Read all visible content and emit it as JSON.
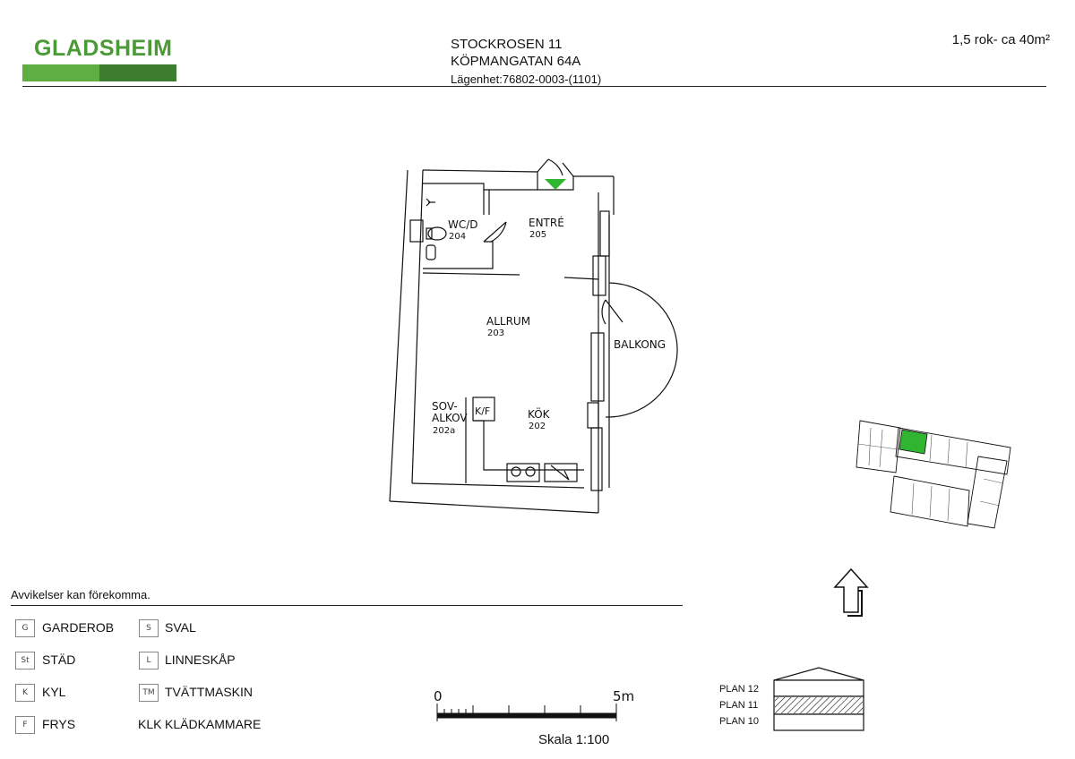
{
  "header": {
    "logo_text": "GLADSHEIM",
    "property": "STOCKROSEN 11",
    "street": "KÖPMANGATAN 64A",
    "apartment": "Lägenhet:76802-0003-(1101)",
    "size": "1,5 rok- ca 40m²"
  },
  "rooms": [
    {
      "name": "WC/D",
      "number": "204"
    },
    {
      "name": "ENTRÉ",
      "number": "205"
    },
    {
      "name": "ALLRUM",
      "number": "203"
    },
    {
      "name": "SOV-",
      "name2": "ALKOV",
      "number": "202a"
    },
    {
      "name": "KÖK",
      "number": "202"
    },
    {
      "name": "BALKONG"
    },
    {
      "name": "K/F"
    }
  ],
  "note": "Avvikelser kan förekomma.",
  "legend": [
    {
      "code": "G",
      "label": "GARDEROB"
    },
    {
      "code": "St",
      "label": "STÄD"
    },
    {
      "code": "K",
      "label": "KYL"
    },
    {
      "code": "F",
      "label": "FRYS"
    },
    {
      "code": "S",
      "label": "SVAL"
    },
    {
      "code": "L",
      "label": "LINNESKÅP"
    },
    {
      "code": "TM",
      "label": "TVÄTTMASKIN"
    },
    {
      "code": "KLK",
      "label": "KLÄDKAMMARE"
    }
  ],
  "scale": {
    "start": "0",
    "end": "5m",
    "label": "Skala 1:100"
  },
  "floors": [
    "PLAN 12",
    "PLAN 11",
    "PLAN 10"
  ],
  "colors": {
    "brand_light": "#5fae42",
    "brand_dark": "#3d7d2e",
    "highlight": "#2fb52f"
  }
}
